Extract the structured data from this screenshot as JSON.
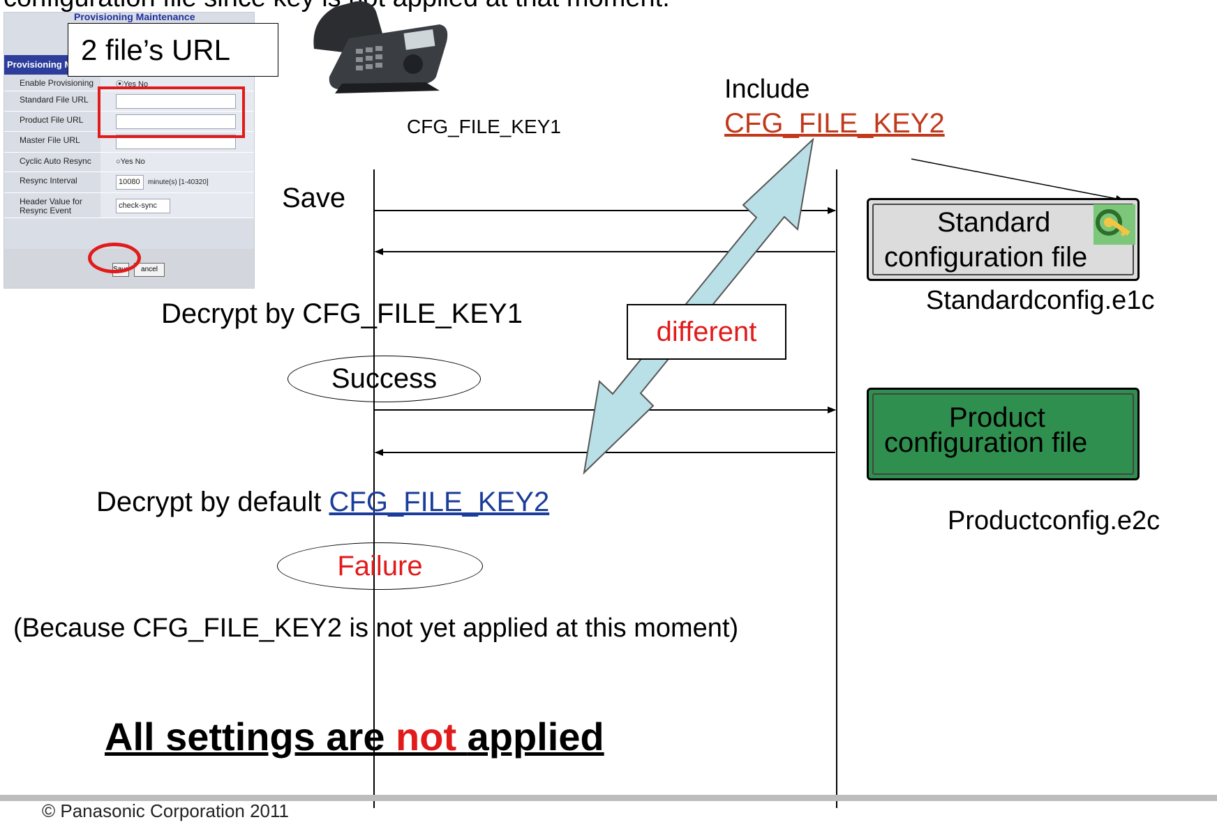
{
  "header_text": "configuration file since key is not applied at that moment.",
  "panel": {
    "title": "Provisioning Maintenance",
    "section_header": "Provisioning Maint",
    "rows": [
      {
        "label": "Enable Provisioning",
        "value": "Yes  No"
      },
      {
        "label": "Standard File URL",
        "value": ""
      },
      {
        "label": "Product File URL",
        "value": ""
      },
      {
        "label": "Master File URL",
        "value": ""
      },
      {
        "label": "Cyclic Auto Resync",
        "value": "Yes  No"
      },
      {
        "label": "Resync Interval",
        "value": "10080",
        "suffix": "minute(s) [1-40320]"
      },
      {
        "label": "Header Value for Resync Event",
        "value": "check-sync"
      }
    ],
    "save_label": "Save",
    "cancel_label": "ancel"
  },
  "url_callout": "2 file’s URL",
  "phone_key_label": "CFG_FILE_KEY1",
  "include_label": "Include",
  "include_key": "CFG_FILE_KEY2",
  "save_label": "Save",
  "decrypt1": "Decrypt by CFG_FILE_KEY1",
  "success_label": "Success",
  "different_label": "different",
  "decrypt2_prefix": "Decrypt by default",
  "decrypt2_key": "CFG_FILE_KEY2",
  "failure_label": "Failure",
  "because_text": "(Because CFG_FILE_KEY2 is not yet applied at this moment)",
  "result": {
    "part1": "All settings are ",
    "part2": "not ",
    "part3": "applied"
  },
  "standard_box": {
    "line1": "Standard",
    "line2": "configuration file",
    "filename": "Standardconfig.e1c"
  },
  "product_box": {
    "line1": "Product",
    "line2": "configuration file",
    "filename": "Productconfig.e2c"
  },
  "copyright": "© Panasonic Corporation 2011",
  "colors": {
    "red": "#e11b1b",
    "orange_key": "#c0391b",
    "blue_key": "#1a3c9a",
    "arrow_fill": "#b9e0e6",
    "product_green": "#2f8f4e",
    "standard_gray": "#dcdcdc"
  }
}
